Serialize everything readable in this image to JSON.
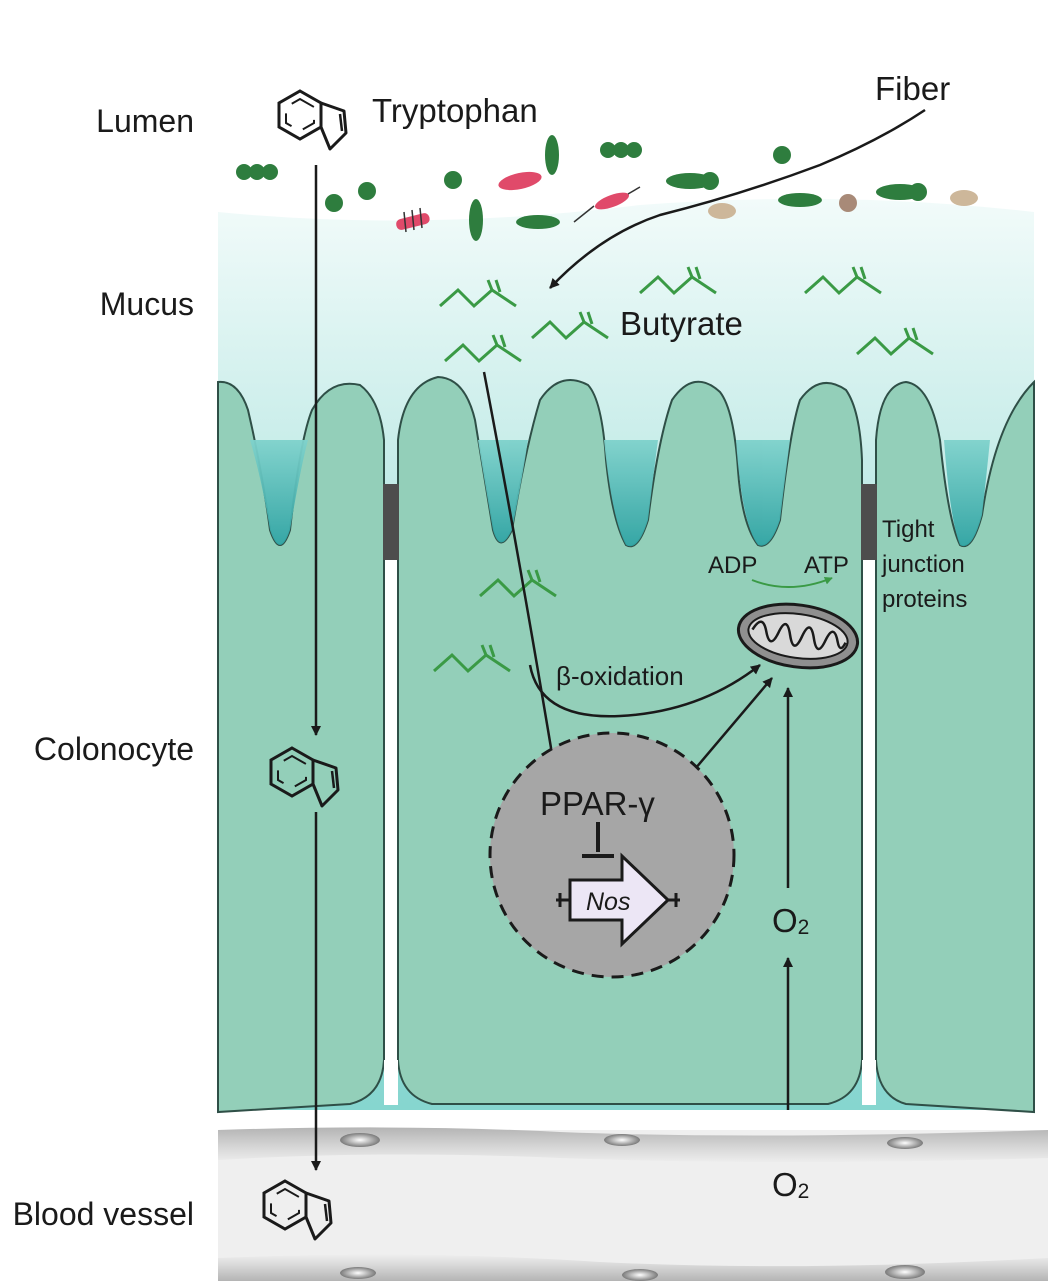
{
  "regions": {
    "lumen": "Lumen",
    "mucus": "Mucus",
    "colonocyte": "Colonocyte",
    "blood_vessel": "Blood vessel"
  },
  "molecules": {
    "tryptophan": "Tryptophan",
    "fiber": "Fiber",
    "butyrate": "Butyrate",
    "adp": "ADP",
    "atp": "ATP",
    "o2_cell": "O",
    "o2_vessel": "O",
    "o2_subscript": "2"
  },
  "processes": {
    "beta_oxidation": "β-oxidation",
    "ppar": "PPAR-γ",
    "nos": "Nos"
  },
  "structures": {
    "tight_junction_line1": "Tight",
    "tight_junction_line2": "junction",
    "tight_junction_line3": "proteins"
  },
  "colors": {
    "cell_fill": "#93cfb9",
    "mucus_teal": "#3fb0ad",
    "butyrate_green": "#3a9a45",
    "bacteria_green": "#2e7d3e",
    "bacteria_red": "#e04a6a",
    "nucleus_gray": "#a6a6a6",
    "vessel_gray": "#c9c9c9"
  }
}
